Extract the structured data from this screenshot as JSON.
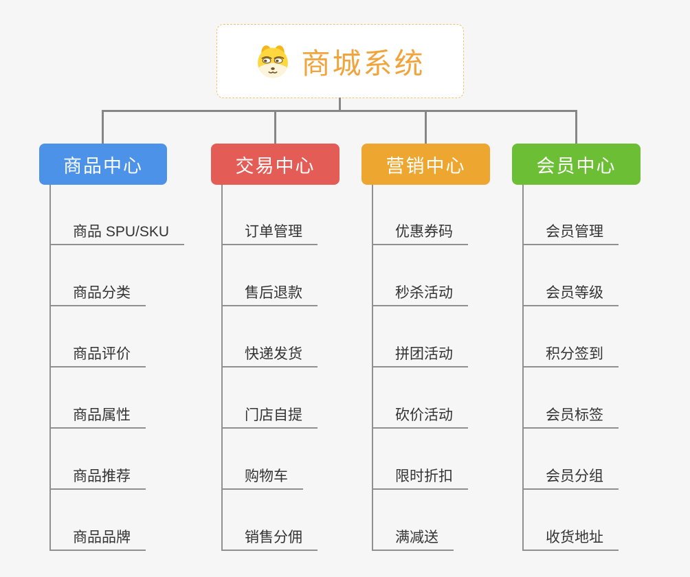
{
  "canvas": {
    "bg": "#f6f6f6",
    "connector_color": "#868686",
    "leaf_line_color": "#8f8f8f",
    "leaf_text_color": "#333333"
  },
  "root": {
    "label": "商城系统",
    "icon": "doge-icon",
    "bg": "#ffffff",
    "text_color": "#f2a43c",
    "border_color": "#f0c36e"
  },
  "branches": [
    {
      "label": "商品中心",
      "color": "#4b92e8",
      "children": [
        "商品 SPU/SKU",
        "商品分类",
        "商品评价",
        "商品属性",
        "商品推荐",
        "商品品牌"
      ]
    },
    {
      "label": "交易中心",
      "color": "#e45c56",
      "children": [
        "订单管理",
        "售后退款",
        "快递发货",
        "门店自提",
        "购物车",
        "销售分佣"
      ]
    },
    {
      "label": "营销中心",
      "color": "#eda62f",
      "children": [
        "优惠券码",
        "秒杀活动",
        "拼团活动",
        "砍价活动",
        "限时折扣",
        "满减送"
      ]
    },
    {
      "label": "会员中心",
      "color": "#6cbe35",
      "children": [
        "会员管理",
        "会员等级",
        "积分签到",
        "会员标签",
        "会员分组",
        "收货地址"
      ]
    }
  ]
}
